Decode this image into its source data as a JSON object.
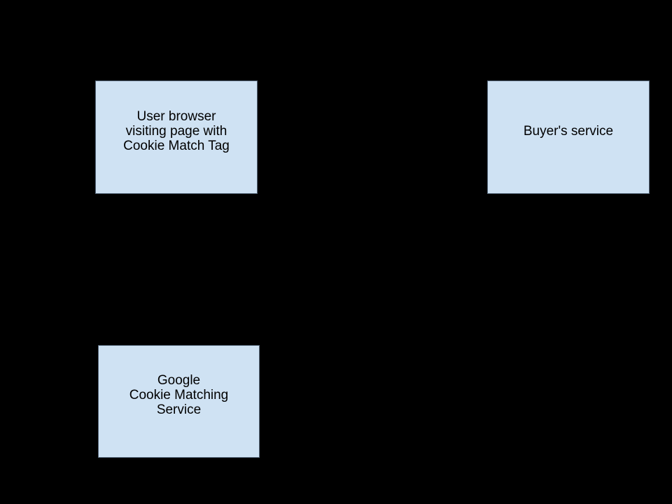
{
  "diagram": {
    "background_color": "#000000",
    "node_fill_color": "#cfe2f3",
    "node_border_color": "#56677a",
    "node_text_color": "#000000",
    "nodes": [
      {
        "id": "user-browser",
        "label": "User browser\nvisiting page with\nCookie Match Tag"
      },
      {
        "id": "buyers-service",
        "label": "Buyer's service"
      },
      {
        "id": "google-cookie-matching-service",
        "label": "Google\nCookie Matching\nService"
      }
    ]
  }
}
